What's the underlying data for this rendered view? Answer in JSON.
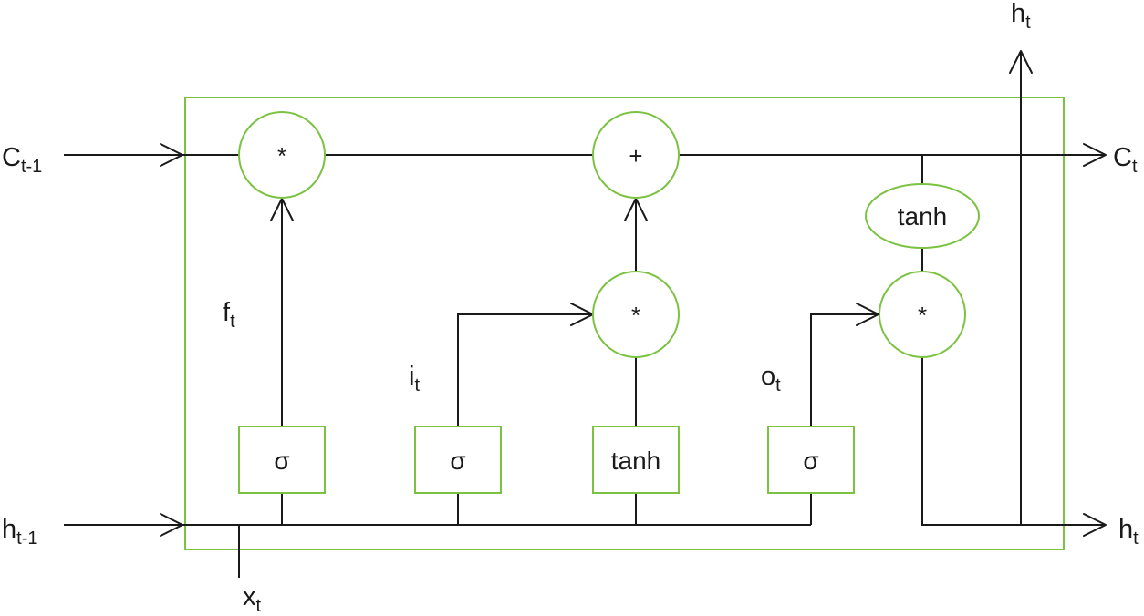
{
  "colors": {
    "cell_border": "#7cc242",
    "line": "#1a1a1a"
  },
  "labels": {
    "c_prev": {
      "main": "C",
      "sub": "t-1"
    },
    "c_next": {
      "main": "C",
      "sub": "t"
    },
    "h_prev": {
      "main": "h",
      "sub": "t-1"
    },
    "h_out_right": {
      "main": "h",
      "sub": "t"
    },
    "h_out_top": {
      "main": "h",
      "sub": "t"
    },
    "x_in": {
      "main": "x",
      "sub": "t"
    },
    "forget_gate": {
      "main": "f",
      "sub": "t"
    },
    "input_gate": {
      "main": "i",
      "sub": "t"
    },
    "output_gate": {
      "main": "o",
      "sub": "t"
    }
  },
  "operators": {
    "forget_multiply": "*",
    "cell_add": "+",
    "input_multiply": "*",
    "output_multiply": "*",
    "cell_tanh": "tanh"
  },
  "gates": {
    "forget_sigma": "σ",
    "input_sigma": "σ",
    "candidate_tanh": "tanh",
    "output_sigma": "σ"
  }
}
